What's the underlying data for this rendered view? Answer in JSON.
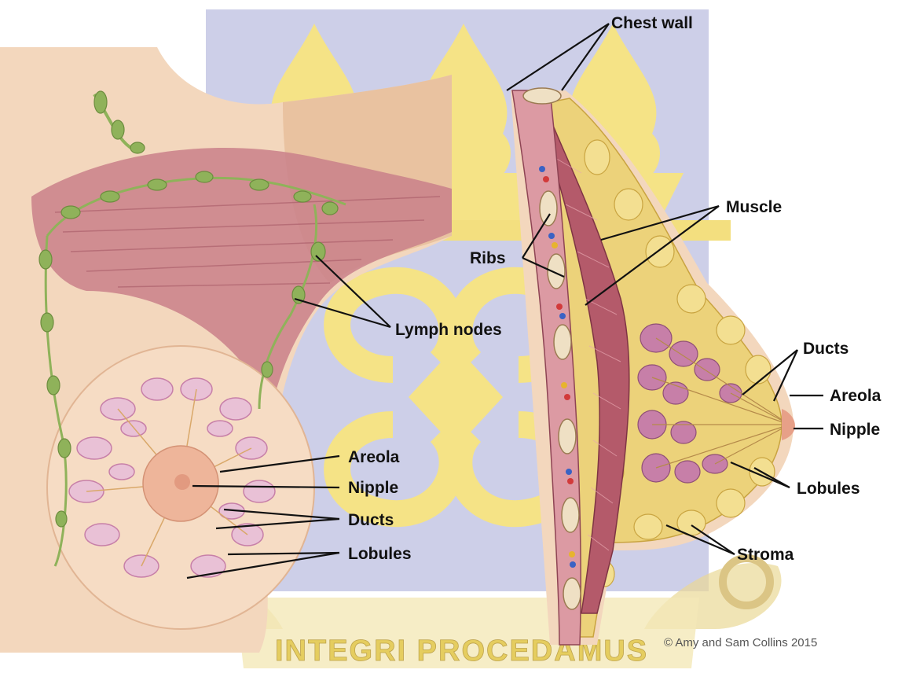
{
  "labels": {
    "chest_wall": "Chest wall",
    "muscle": "Muscle",
    "ribs": "Ribs",
    "lymph_nodes": "Lymph nodes",
    "ducts_right": "Ducts",
    "areola_right": "Areola",
    "nipple_right": "Nipple",
    "lobules_right": "Lobules",
    "stroma": "Stroma",
    "areola_left": "Areola",
    "nipple_left": "Nipple",
    "ducts_left": "Ducts",
    "lobules_left": "Lobules"
  },
  "credit": "© Amy and Sam Collins 2015",
  "watermark": {
    "motto": "INTEGRI PROCEDAMUS"
  },
  "colors": {
    "skin": "#f3d7bd",
    "skin_shade": "#e7bf9c",
    "muscle": "#c9808a",
    "muscle_dark": "#9e4c5a",
    "fat": "#ecd27a",
    "fat_edge": "#c9a440",
    "lobule": "#c77fa8",
    "lobule_light": "#e9c1d6",
    "lymph": "#8fb25a",
    "watermark_blue": "#8e92c4",
    "watermark_gold": "#f2d23a"
  }
}
